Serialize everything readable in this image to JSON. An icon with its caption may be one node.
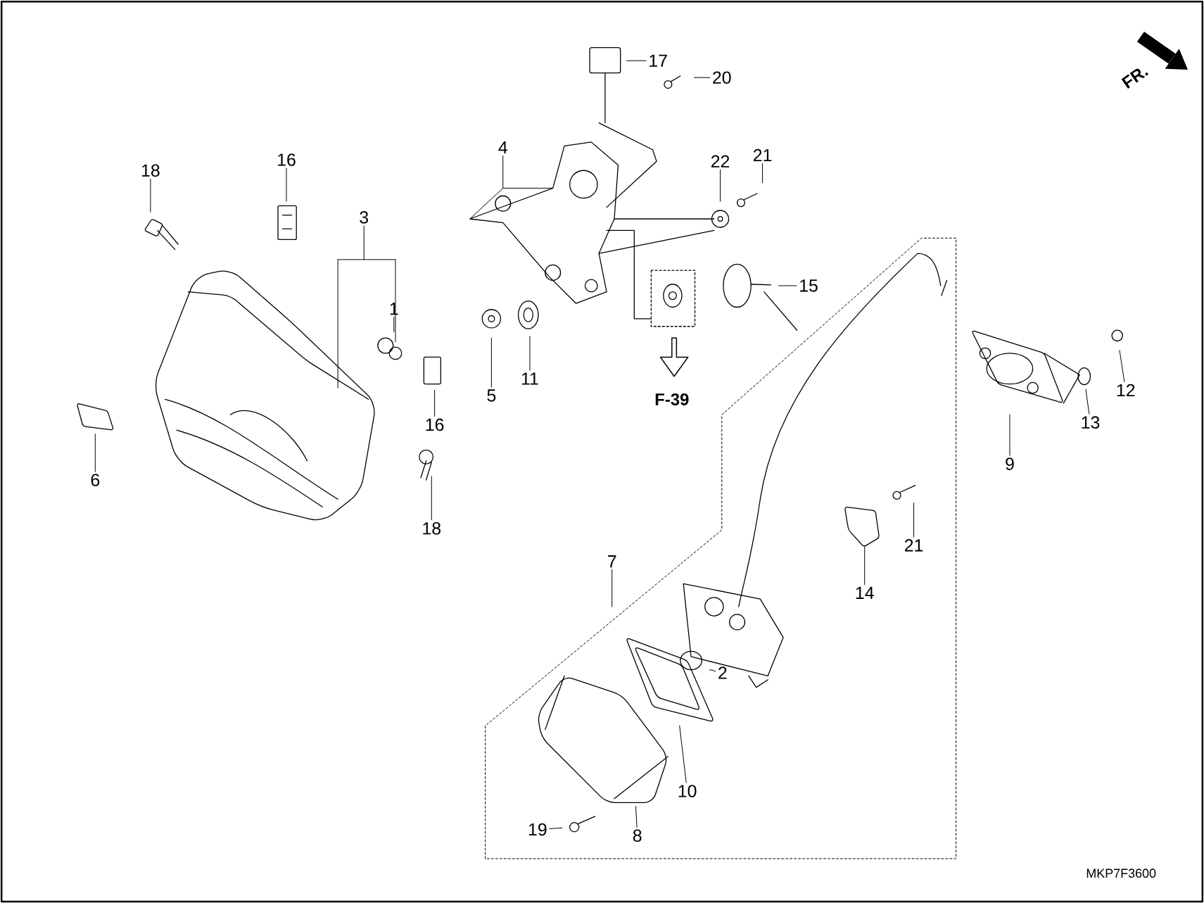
{
  "diagram": {
    "nodes": [
      {
        "text": [
          "17"
        ]
      },
      {
        "text": [
          "20"
        ]
      },
      {
        "text": [
          "4"
        ]
      },
      {
        "text": [
          "22"
        ]
      },
      {
        "text": [
          "21"
        ]
      },
      {
        "text": [
          "18"
        ]
      },
      {
        "text": [
          "16"
        ]
      },
      {
        "text": [
          "3"
        ]
      },
      {
        "text": [
          "15"
        ]
      },
      {
        "text": [
          "1"
        ]
      },
      {
        "text": [
          "5"
        ]
      },
      {
        "text": [
          "11"
        ]
      },
      {
        "text": [
          "12"
        ]
      },
      {
        "text": [
          "13"
        ]
      },
      {
        "text": [
          "9"
        ]
      },
      {
        "text": [
          "16"
        ]
      },
      {
        "text": [
          "6"
        ]
      },
      {
        "text": [
          "18"
        ]
      },
      {
        "text": [
          "21"
        ]
      },
      {
        "text": [
          "7"
        ]
      },
      {
        "text": [
          "14"
        ]
      },
      {
        "text": [
          "2"
        ]
      },
      {
        "text": [
          "10"
        ]
      },
      {
        "text": [
          "19"
        ]
      },
      {
        "text": [
          "8"
        ]
      }
    ],
    "edges": [
      {
        "from": 0,
        "to": null,
        "arrow": "none"
      },
      {
        "from": 1,
        "to": null,
        "arrow": "none"
      },
      {
        "from": 2,
        "to": null,
        "arrow": "none"
      },
      {
        "from": 3,
        "to": null,
        "arrow": "none"
      },
      {
        "from": 4,
        "to": null,
        "arrow": "none"
      },
      {
        "from": 5,
        "to": null,
        "arrow": "none"
      },
      {
        "from": 6,
        "to": null,
        "arrow": "none"
      },
      {
        "from": 7,
        "to": null,
        "arrow": "none"
      },
      {
        "from": 8,
        "to": null,
        "arrow": "none"
      },
      {
        "from": 9,
        "to": null,
        "arrow": "none"
      },
      {
        "from": 10,
        "to": null,
        "arrow": "none"
      },
      {
        "from": 11,
        "to": null,
        "arrow": "none"
      },
      {
        "from": 12,
        "to": null,
        "arrow": "none"
      },
      {
        "from": 13,
        "to": null,
        "arrow": "none"
      },
      {
        "from": 14,
        "to": null,
        "arrow": "none"
      },
      {
        "from": 15,
        "to": null,
        "arrow": "none"
      },
      {
        "from": 16,
        "to": null,
        "arrow": "none"
      },
      {
        "from": 17,
        "to": null,
        "arrow": "none"
      },
      {
        "from": 18,
        "to": null,
        "arrow": "none"
      },
      {
        "from": 19,
        "to": null,
        "arrow": "none"
      },
      {
        "from": 20,
        "to": null,
        "arrow": "none"
      },
      {
        "from": 21,
        "to": null,
        "arrow": "none"
      },
      {
        "from": 22,
        "to": null,
        "arrow": "none"
      },
      {
        "from": 23,
        "to": null,
        "arrow": "none"
      },
      {
        "from": 24,
        "to": null,
        "arrow": "none"
      }
    ],
    "labels": [
      "FR.",
      "F-39",
      "MKP7F3600"
    ]
  }
}
